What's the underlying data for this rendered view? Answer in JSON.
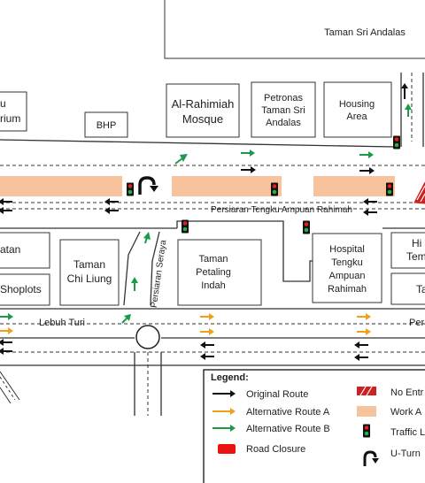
{
  "colors": {
    "original": "#111111",
    "alt_a": "#f0a018",
    "alt_b": "#1c9a48",
    "work_area": "#f6c39c",
    "closure": "#ee1111",
    "no_entry": "#cc2222"
  },
  "places": {
    "taman_sri_andalas": "Taman Sri Andalas",
    "bhp": "BHP",
    "al_rahimiah_1": "Al-Rahimiah",
    "al_rahimiah_2": "Mosque",
    "petronas_1": "Petronas",
    "petronas_2": "Taman Sri",
    "petronas_3": "Andalas",
    "housing_1": "Housing",
    "housing_2": "Area",
    "left_top_1": "u",
    "left_top_2": "rium",
    "left_mid": "atan",
    "left_shoplots": "Shoplots",
    "chi_liung_1": "Taman",
    "chi_liung_2": "Chi Liung",
    "petaling_1": "Taman",
    "petaling_2": "Petaling",
    "petaling_3": "Indah",
    "hospital_1": "Hospital",
    "hospital_2": "Tengku",
    "hospital_3": "Ampuan",
    "hospital_4": "Rahimah",
    "right_mid_1": "Hi",
    "right_mid_2": "Tem",
    "right_bottom": "Ta"
  },
  "roads": {
    "main_road": "Persiaran Tengku Ampuan Rahimah",
    "lebuh_turi": "Lebuh Turi",
    "persiaran_seraya": "Persiaran Seraya",
    "right_road": "Per"
  },
  "legend": {
    "title": "Legend:",
    "original_route": "Original Route",
    "alt_route_a": "Alternative Route A",
    "alt_route_b": "Alternative Route B",
    "road_closure": "Road Closure",
    "no_entry": "No Entr",
    "work_area": "Work A",
    "traffic_light": "Traffic L",
    "u_turn": "U-Turn"
  },
  "icons": {
    "traffic_light": "traffic-light-icon",
    "u_turn": "u-turn-icon",
    "arrow": "arrow-icon",
    "no_entry": "no-entry-icon"
  }
}
